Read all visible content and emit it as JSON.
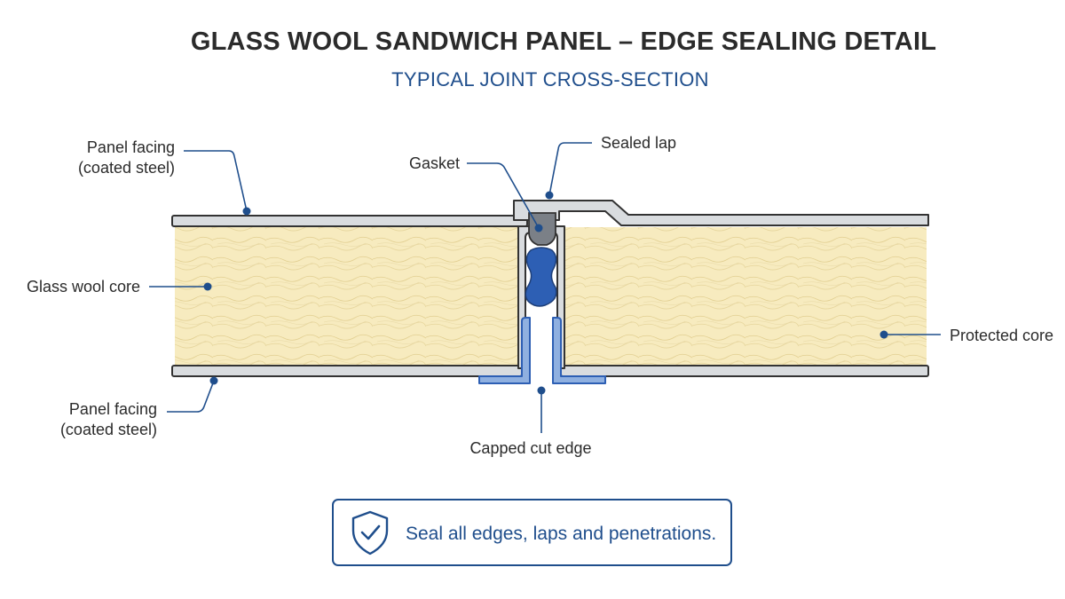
{
  "title": "GLASS WOOL SANDWICH PANEL – EDGE SEALING DETAIL",
  "subtitle": "TYPICAL JOINT CROSS-SECTION",
  "labels": {
    "panel_facing_top_line1": "Panel facing",
    "panel_facing_top_line2": "(coated steel)",
    "gasket": "Gasket",
    "sealed_lap": "Sealed lap",
    "glass_wool_core": "Glass wool core",
    "protected_core": "Protected core",
    "panel_facing_bottom_line1": "Panel facing",
    "panel_facing_bottom_line2": "(coated steel)",
    "capped_cut_edge": "Capped cut edge"
  },
  "note": {
    "text": "Seal all edges, laps and penetrations.",
    "icon": "shield-check-icon"
  },
  "colors": {
    "accent_blue": "#1f4e8c",
    "seal_blue": "#2d5fb4",
    "cap_blue": "#8fb0e0",
    "core_fill": "#f7ebbf",
    "steel_fill": "#d9dcdf",
    "outline": "#333333"
  }
}
